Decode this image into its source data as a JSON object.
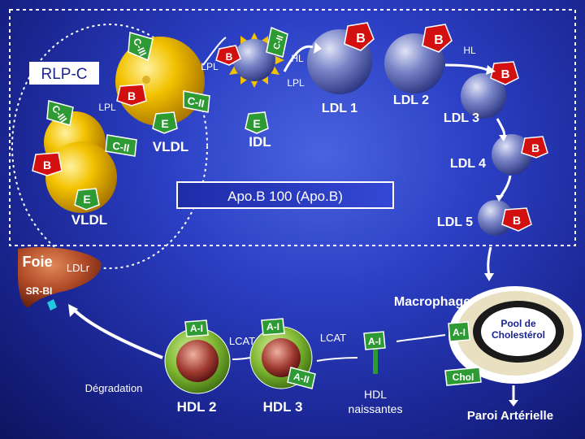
{
  "labels": {
    "rlpc": "RLP-C",
    "apo_b": "B",
    "apo_e": "E",
    "apo_cii": "C-II",
    "apo_ciii": "C-III",
    "apo_ai": "A-I",
    "apo_aii": "A-II",
    "lpl": "LPL",
    "hl": "HL",
    "vldl": "VLDL",
    "idl": "IDL",
    "ldl1": "LDL 1",
    "ldl2": "LDL 2",
    "ldl3": "LDL 3",
    "ldl4": "LDL 4",
    "ldl5": "LDL 5",
    "apob100": "Apo.B 100 (Apo.B)",
    "foie": "Foie",
    "ldlr": "LDLr",
    "srbi": "SR-BI",
    "macrophage": "Macrophage",
    "lcat": "LCAT",
    "hdl2": "HDL 2",
    "hdl3": "HDL 3",
    "hdl_naissantes_1": "HDL",
    "hdl_naissantes_2": "naissantes",
    "degradation": "Dégradation",
    "pool_1": "Pool de",
    "pool_2": "Cholestérol",
    "chol": "Chol",
    "paroi": "Paroi Artérielle"
  },
  "colors": {
    "background": "#2b3fc4",
    "vldl_yellow": "#f2c200",
    "ldl_blue": "#7a86c8",
    "apo_red": "#d21010",
    "apo_green": "#2e9a34",
    "liver": "#b04a28",
    "hdl_green": "#7fb832"
  }
}
